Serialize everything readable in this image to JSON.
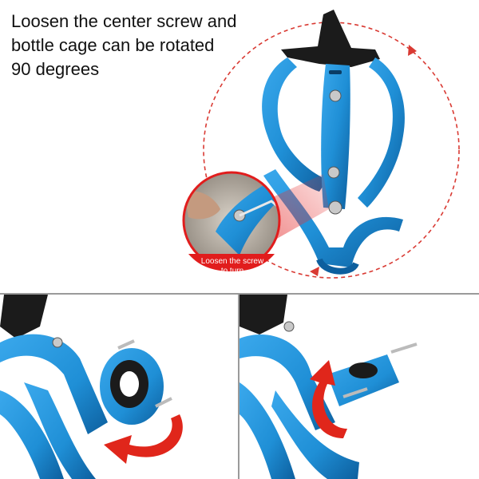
{
  "caption": {
    "line1": "Loosen the center screw and",
    "line2": "bottle cage can be rotated",
    "line3": "90 degrees"
  },
  "inset_label": {
    "line1": "Loosen the screw",
    "line2": "to turn"
  },
  "colors": {
    "cage_blue": "#1f8fd6",
    "cage_dark": "#0d5f9e",
    "arrow_red": "#e0261b",
    "dashed_red": "#d93a33",
    "label_red": "#e11d1d",
    "clamp_black": "#1b1b1b"
  },
  "icons": {
    "rotation_path": "dashed-circle-arrow",
    "turn_arrow_left": "curved-arrow-left-icon",
    "turn_arrow_up": "curved-arrow-up-icon"
  }
}
